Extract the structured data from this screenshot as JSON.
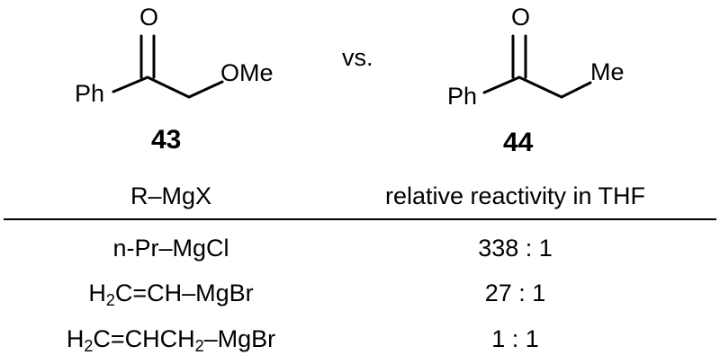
{
  "structures": {
    "left": {
      "carbonyl_o": "O",
      "substituent": "OMe",
      "phenyl": "Ph",
      "label": "43"
    },
    "separator": "vs.",
    "right": {
      "carbonyl_o": "O",
      "substituent": "Me",
      "phenyl": "Ph",
      "label": "44"
    }
  },
  "table": {
    "headers": {
      "reagent": "R–MgX",
      "reactivity": "relative reactivity in THF"
    },
    "rows": [
      {
        "reagent_html": "n-Pr–MgCl",
        "ratio": "338 : 1"
      },
      {
        "reagent_html": "H<sub>2</sub>C=CH–MgBr",
        "ratio": "27 : 1"
      },
      {
        "reagent_html": "H<sub>2</sub>C=CHCH<sub>2</sub>–MgBr",
        "ratio": "1 : 1"
      }
    ]
  }
}
